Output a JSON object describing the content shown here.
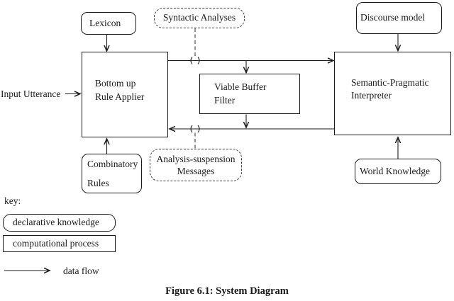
{
  "figure": {
    "caption": "Figure 6.1: System Diagram",
    "input_label": "Input Utterance",
    "nodes": {
      "lexicon": {
        "label": "Lexicon"
      },
      "syntactic_analyses": {
        "label": "Syntactic Analyses"
      },
      "discourse_model": {
        "label": "Discourse model"
      },
      "bottom_up_rule_applier": {
        "line1": "Bottom up",
        "line2": "Rule Applier"
      },
      "viable_buffer_filter": {
        "line1": "Viable Buffer",
        "line2": "Filter"
      },
      "semantic_pragmatic_interpreter": {
        "line1": "Semantic-Pragmatic",
        "line2": "Interpreter"
      },
      "combinatory_rules": {
        "line1": "Combinatory",
        "line2": "Rules"
      },
      "analysis_suspension_messages": {
        "line1": "Analysis-suspension",
        "line2": "Messages"
      },
      "world_knowledge": {
        "label": "World Knowledge"
      }
    },
    "edges": [
      {
        "from": "lexicon",
        "to": "bottom_up_rule_applier",
        "style": "data-flow"
      },
      {
        "from": "input_utterance",
        "to": "bottom_up_rule_applier",
        "style": "data-flow"
      },
      {
        "from": "bottom_up_rule_applier",
        "to": "semantic_pragmatic_interpreter",
        "style": "data-flow",
        "label": "Syntactic Analyses"
      },
      {
        "from": "bottom_up_rule_applier_output",
        "to": "viable_buffer_filter",
        "style": "data-flow"
      },
      {
        "from": "viable_buffer_filter",
        "to": "return_line",
        "style": "data-flow"
      },
      {
        "from": "semantic_pragmatic_interpreter",
        "to": "bottom_up_rule_applier",
        "style": "data-flow",
        "label": "Analysis-suspension Messages"
      },
      {
        "from": "discourse_model",
        "to": "semantic_pragmatic_interpreter",
        "style": "data-flow"
      },
      {
        "from": "world_knowledge",
        "to": "semantic_pragmatic_interpreter",
        "style": "data-flow"
      },
      {
        "from": "combinatory_rules",
        "to": "bottom_up_rule_applier",
        "style": "data-flow"
      }
    ],
    "key": {
      "heading": "key:",
      "declarative_label": "declarative knowledge",
      "computational_label": "computational process",
      "data_flow_label": "data flow"
    },
    "colors": {
      "ink": "#1a1a1a",
      "background": "#ffffff"
    }
  }
}
